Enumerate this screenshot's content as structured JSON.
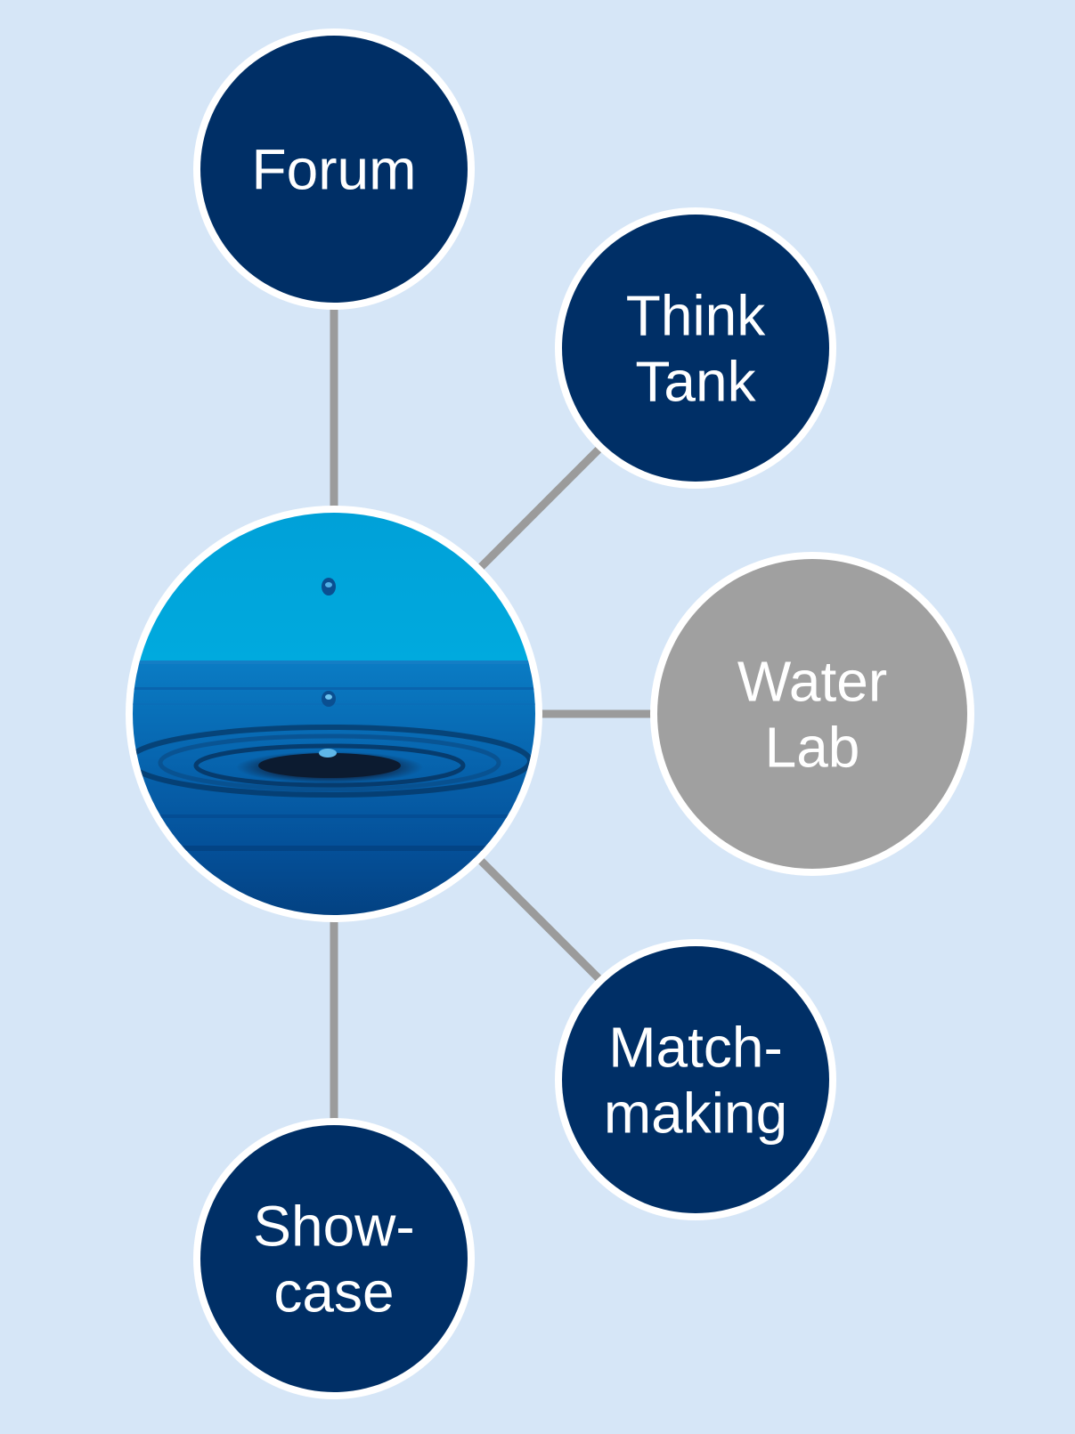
{
  "colors": {
    "background": "#d6e6f7",
    "node_fill": "#002f66",
    "node_fill_inactive": "#a0a0a0",
    "node_border": "#ffffff",
    "connector": "#9b9b9b",
    "label": "#ffffff"
  },
  "center": {
    "image": "water-drop-image"
  },
  "nodes": [
    {
      "id": "forum",
      "lines": [
        "Forum"
      ],
      "state": "active"
    },
    {
      "id": "think-tank",
      "lines": [
        "Think",
        "Tank"
      ],
      "state": "active"
    },
    {
      "id": "water-lab",
      "lines": [
        "Water",
        "Lab"
      ],
      "state": "inactive"
    },
    {
      "id": "matchmaking",
      "lines": [
        "Match-",
        "making"
      ],
      "state": "active"
    },
    {
      "id": "showcase",
      "lines": [
        "Show-",
        "case"
      ],
      "state": "active"
    }
  ]
}
